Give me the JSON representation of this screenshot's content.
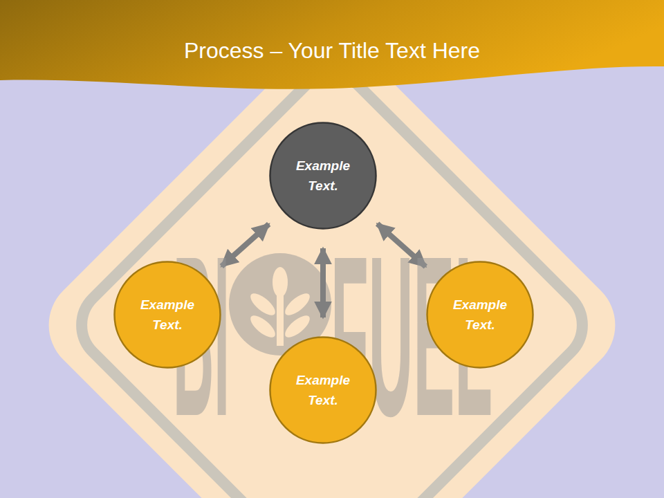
{
  "diagram": {
    "title": "Process – Your Title Text Here",
    "nodes": [
      {
        "text": [
          "Example Text."
        ]
      },
      {
        "text": [
          "Example Text."
        ]
      },
      {
        "text": [
          "Example Text."
        ]
      },
      {
        "text": [
          "Example Text."
        ]
      }
    ],
    "edges": [
      {
        "from": 0,
        "to": 1,
        "arrow": "both"
      },
      {
        "from": 0,
        "to": 2,
        "arrow": "both"
      },
      {
        "from": 0,
        "to": 3,
        "arrow": "both"
      }
    ],
    "labels": [
      "BI",
      "FUEL"
    ]
  }
}
